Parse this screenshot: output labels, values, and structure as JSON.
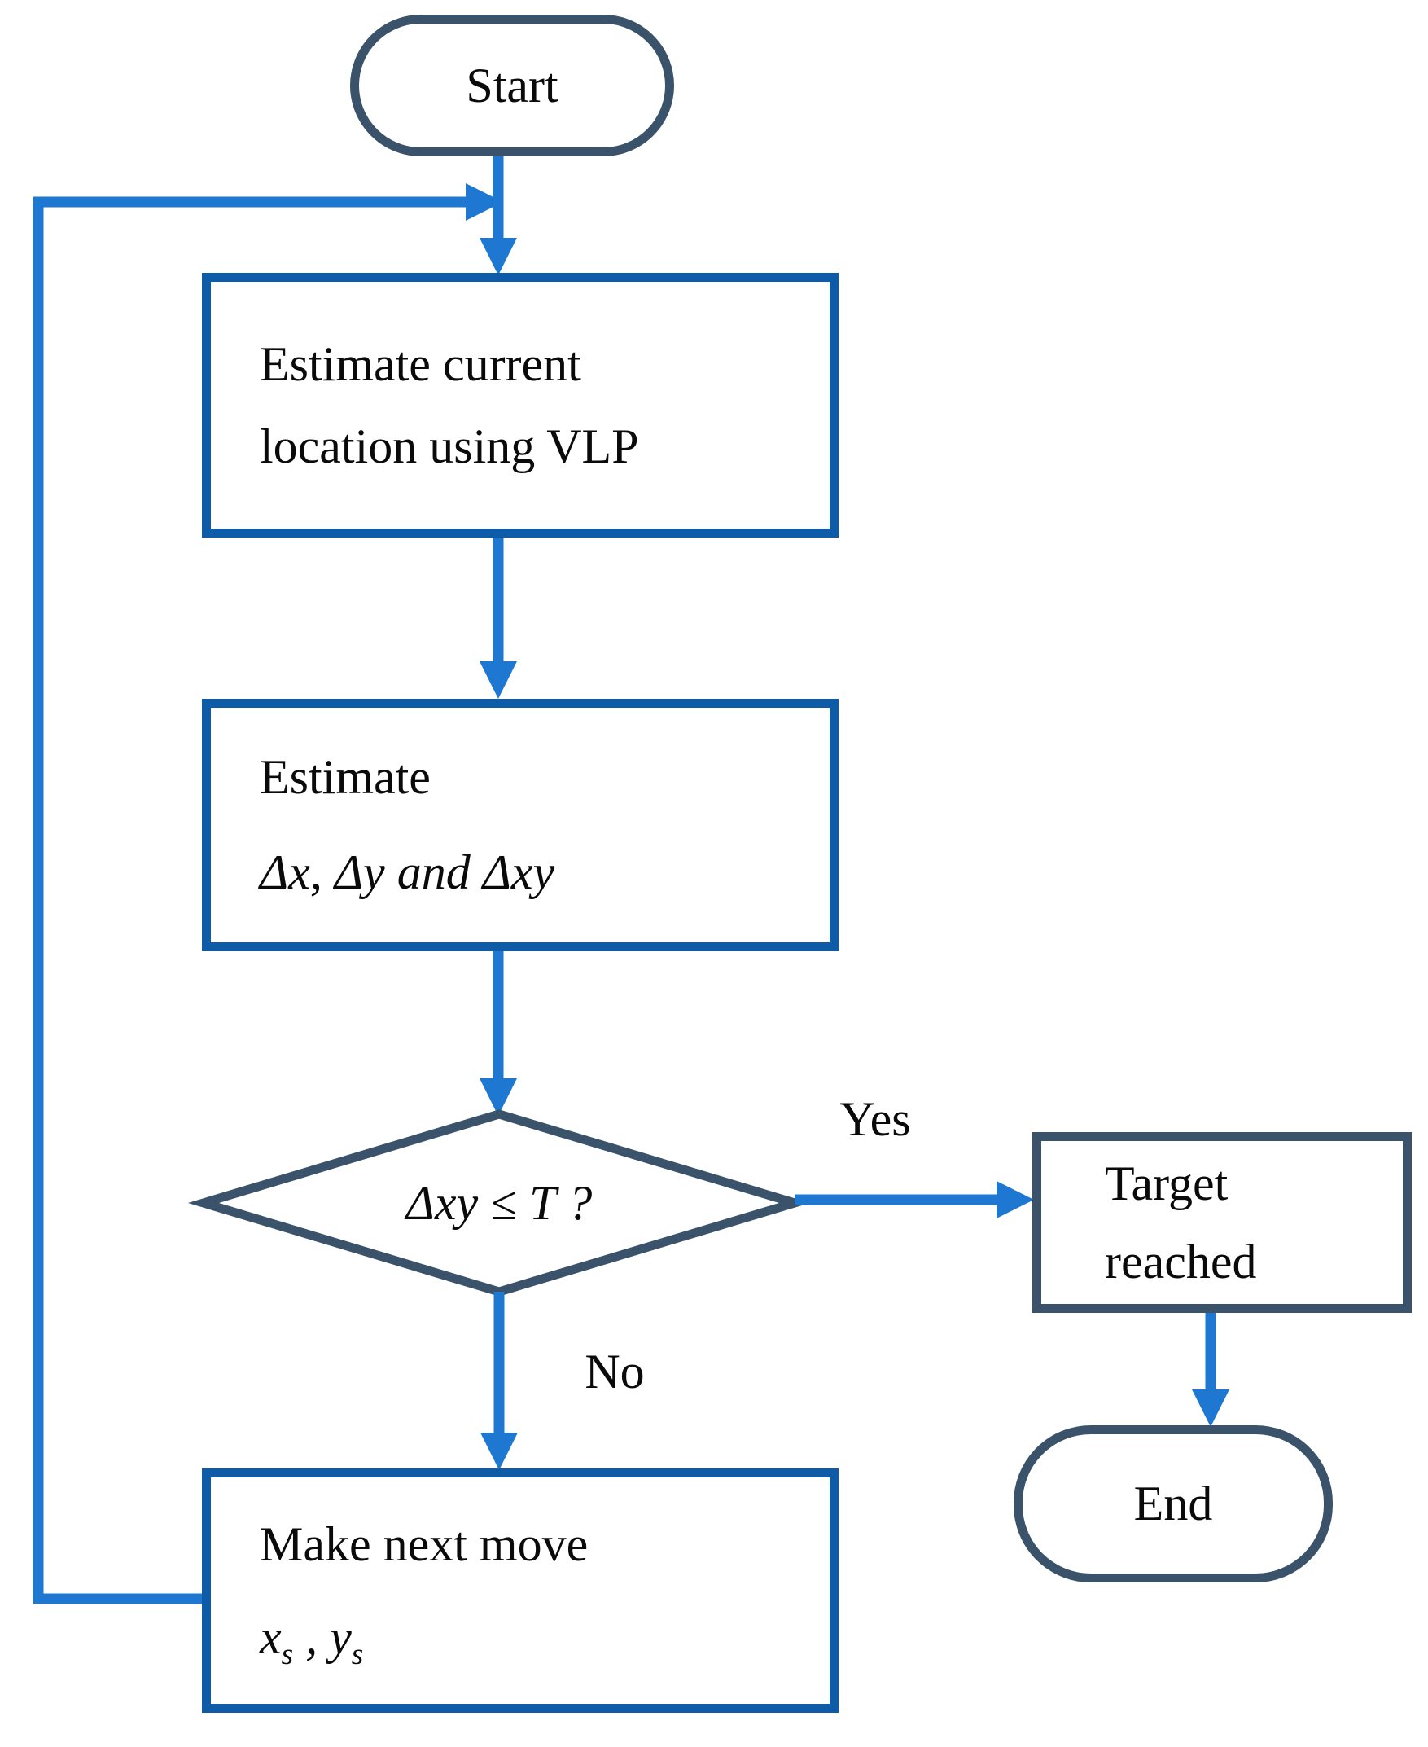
{
  "flowchart": {
    "nodes": {
      "start": {
        "label": "Start"
      },
      "estimate_location": {
        "line1": "Estimate current",
        "line2": "location using VLP"
      },
      "estimate_deltas": {
        "line1": "Estimate",
        "line2": "Δx, Δy and Δxy"
      },
      "decision": {
        "label": "Δxy ≤ T ?"
      },
      "target_reached": {
        "line1": "Target",
        "line2": "reached"
      },
      "end": {
        "label": "End"
      },
      "make_next_move": {
        "line1": "Make next move",
        "formula": {
          "var1": "x",
          "sub1": "s",
          "separator": " , ",
          "var2": "y",
          "sub2": "s"
        }
      }
    },
    "edges": {
      "yes_label": "Yes",
      "no_label": "No"
    },
    "colors": {
      "terminal_border": "#3a536b",
      "process_border": "#0e5ca8",
      "arrow": "#1e78d2",
      "text": "#0a0a0a",
      "background": "#ffffff"
    }
  }
}
